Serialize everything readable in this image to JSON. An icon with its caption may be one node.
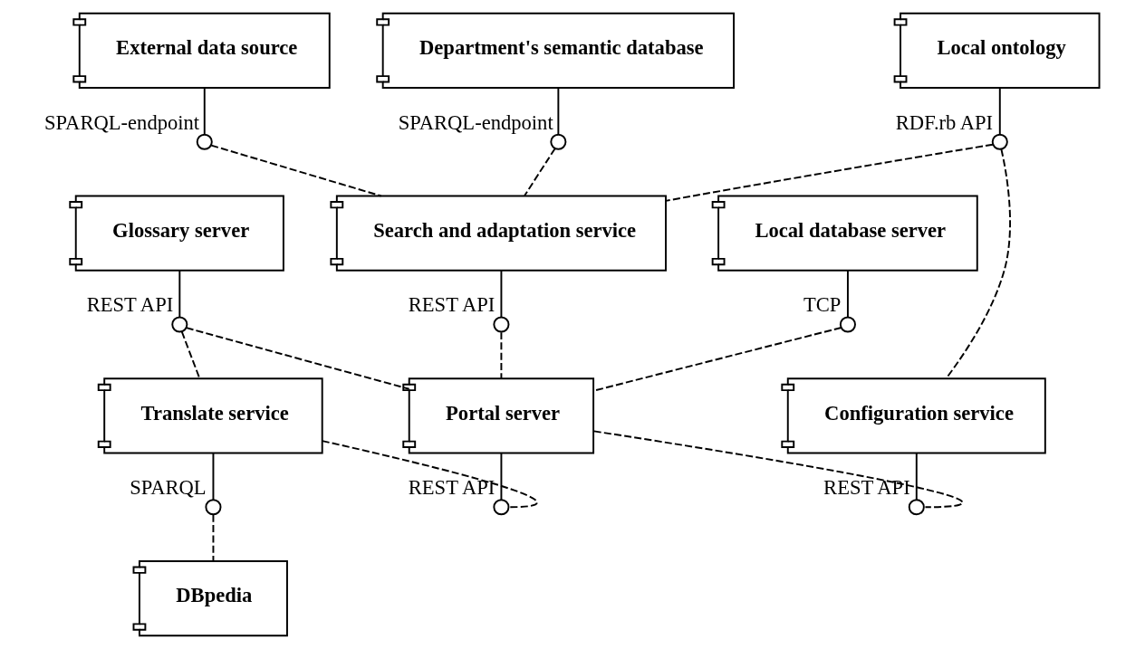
{
  "diagram": {
    "nodes": [
      {
        "text": [
          "Department's semantic database"
        ]
      },
      {
        "text": [
          "Glossary server"
        ]
      },
      {
        "text": [
          "External data source"
        ]
      },
      {
        "text": [
          "Local ontology"
        ]
      },
      {
        "text": [
          "Translate service"
        ]
      },
      {
        "text": [
          "Search and adaptation service"
        ]
      },
      {
        "text": [
          "Portal server"
        ]
      },
      {
        "text": [
          "Local database server"
        ]
      },
      {
        "text": [
          "DBpedia"
        ]
      },
      {
        "text": [
          "Configuration service"
        ]
      },
      {
        "text": [],
        "shape": "circle",
        "beside": [
          "SPARQL-endpoint"
        ]
      },
      {
        "text": [],
        "shape": "circle",
        "beside": [
          "REST API"
        ]
      },
      {
        "text": [],
        "shape": "circle",
        "beside": [
          "SPARQL-endpoint"
        ]
      },
      {
        "text": [],
        "shape": "circle",
        "beside": [
          "RDF.rb API"
        ]
      },
      {
        "text": [],
        "shape": "circle",
        "beside": [
          "SPARQL"
        ]
      },
      {
        "text": [],
        "shape": "circle",
        "beside": [
          "REST API"
        ]
      },
      {
        "text": [],
        "shape": "circle",
        "beside": [
          "REST API"
        ]
      },
      {
        "text": [],
        "shape": "circle",
        "beside": [
          "TCP"
        ]
      },
      {
        "text": [],
        "shape": "circle",
        "beside": [
          "REST API"
        ]
      }
    ],
    "edges": [
      {
        "from": 0,
        "to": 10,
        "arrow": "none"
      },
      {
        "from": 1,
        "to": 11,
        "arrow": "none"
      },
      {
        "from": 2,
        "to": 12,
        "arrow": "none"
      },
      {
        "from": 3,
        "to": 13,
        "arrow": "none"
      },
      {
        "from": 4,
        "to": 14,
        "arrow": "none"
      },
      {
        "from": 5,
        "to": 15,
        "arrow": "none"
      },
      {
        "from": 6,
        "to": 16,
        "arrow": "none"
      },
      {
        "from": 7,
        "to": 17,
        "arrow": "none"
      },
      {
        "from": 9,
        "to": 18,
        "arrow": "none"
      },
      {
        "from": 10,
        "to": 5,
        "arrow": "none",
        "style": "dashed"
      },
      {
        "from": 12,
        "to": 5,
        "arrow": "none",
        "style": "dashed"
      },
      {
        "from": 13,
        "to": 5,
        "arrow": "none",
        "style": "dashed"
      },
      {
        "from": 13,
        "to": 9,
        "arrow": "none",
        "style": "dashed"
      },
      {
        "from": 11,
        "to": 4,
        "arrow": "none",
        "style": "dashed"
      },
      {
        "from": 11,
        "to": 6,
        "arrow": "none",
        "style": "dashed"
      },
      {
        "from": 14,
        "to": 8,
        "arrow": "none",
        "style": "dashed"
      },
      {
        "from": 4,
        "to": 16,
        "arrow": "none",
        "style": "dashed"
      },
      {
        "from": 15,
        "to": 6,
        "arrow": "none",
        "style": "dashed"
      },
      {
        "from": 17,
        "to": 6,
        "arrow": "none",
        "style": "dashed"
      },
      {
        "from": 6,
        "to": 18,
        "arrow": "none",
        "style": "dashed"
      }
    ]
  }
}
